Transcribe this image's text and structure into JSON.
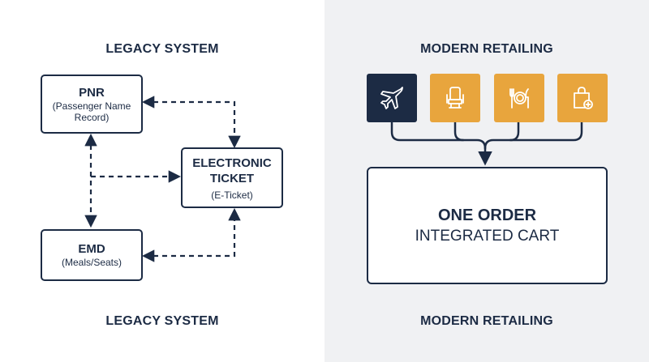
{
  "colors": {
    "navy": "#1c2b44",
    "orange": "#e8a53d",
    "right_bg": "#f0f1f3"
  },
  "legacy": {
    "heading_top": "LEGACY SYSTEM",
    "heading_bottom": "LEGACY SYSTEM",
    "pnr": {
      "title": "PNR",
      "subtitle_line1": "(Passenger Name",
      "subtitle_line2": "Record)"
    },
    "ticket": {
      "title_line1": "ELECTRONIC",
      "title_line2": "TICKET",
      "subtitle": "(E-Ticket)"
    },
    "emd": {
      "title": "EMD",
      "subtitle": "(Meals/Seats)"
    }
  },
  "modern": {
    "heading_top": "MODERN RETAILING",
    "heading_bottom": "MODERN RETAILING",
    "tiles": [
      {
        "icon": "airplane-icon",
        "color": "#1c2b44"
      },
      {
        "icon": "seat-icon",
        "color": "#e8a53d"
      },
      {
        "icon": "meal-icon",
        "color": "#e8a53d"
      },
      {
        "icon": "shopping-bag-add-icon",
        "color": "#e8a53d"
      }
    ],
    "cart": {
      "title": "ONE ORDER",
      "subtitle": "INTEGRATED CART"
    }
  }
}
